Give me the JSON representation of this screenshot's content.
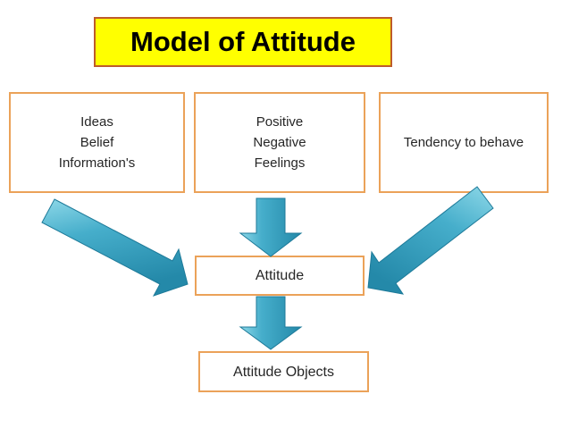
{
  "title": {
    "text": "Model of Attitude"
  },
  "boxes": {
    "cognitive": {
      "lines": [
        "Ideas",
        "Belief",
        "Information's"
      ]
    },
    "affective": {
      "lines": [
        "Positive",
        "Negative",
        "Feelings"
      ]
    },
    "behavioral": {
      "label": "Tendency to behave"
    },
    "attitude": {
      "label": "Attitude"
    },
    "attitude_objects": {
      "label": "Attitude Objects"
    }
  },
  "colors": {
    "title_bg": "#FFFF00",
    "title_border": "#BE5B2B",
    "box_border": "#EBA259",
    "arrow_light": "#8ED8E8",
    "arrow_mid": "#46AECB",
    "arrow_dark": "#2489A9",
    "arrow_outline": "#1D7A99"
  }
}
